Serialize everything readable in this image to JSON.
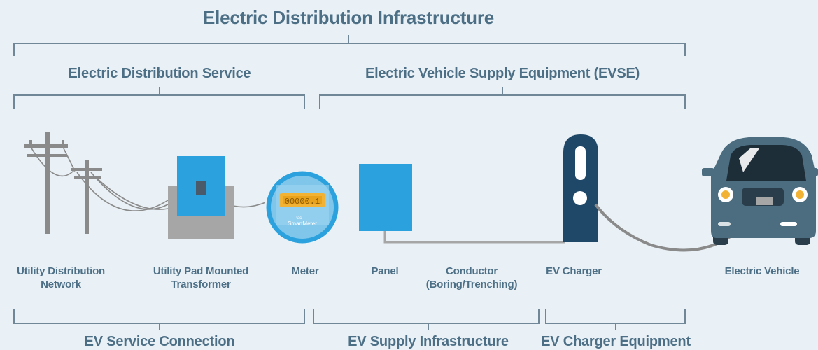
{
  "diagram": {
    "title": "Electric Distribution Infrastructure",
    "top_groups": {
      "distribution_service": "Electric Distribution Service",
      "evse": "Electric Vehicle Supply Equipment (EVSE)"
    },
    "components": {
      "utility_network": "Utility Distribution\nNetwork",
      "transformer": "Utility Pad Mounted\nTransformer",
      "meter": "Meter",
      "panel": "Panel",
      "conductor": "Conductor\n(Boring/Trenching)",
      "ev_charger": "EV Charger",
      "electric_vehicle": "Electric Vehicle"
    },
    "bottom_groups": {
      "service_connection": "EV Service Connection",
      "supply_infrastructure": "EV Supply Infrastructure",
      "charger_equipment": "EV Charger Equipment"
    },
    "meter_display": {
      "reading": "00000.1",
      "brand": "SmartMeter",
      "brand_prefix": "Pac"
    },
    "colors": {
      "text": "#4d6f86",
      "bracket": "#6f8796",
      "blue": "#2ba2dd",
      "gray": "#a6a6a6",
      "navy": "#1f4868",
      "car_body": "#4c6d80",
      "background": "#e9f1f6"
    },
    "icons": [
      "utility-pole-icon",
      "transformer-icon",
      "smart-meter-icon",
      "panel-icon",
      "ev-charger-icon",
      "electric-car-icon"
    ]
  }
}
